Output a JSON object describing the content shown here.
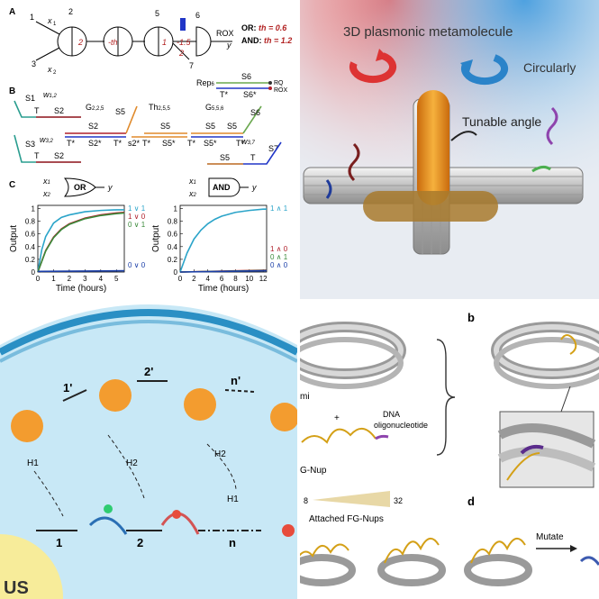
{
  "tl": {
    "labelA": "A",
    "labelB": "B",
    "labelC": "C",
    "nodes": {
      "n1": "1",
      "n2": "2",
      "n3": "3",
      "n5": "5",
      "n6": "6",
      "n7": "7"
    },
    "inputs": {
      "x1": "x",
      "x1s": "1",
      "x2": "x",
      "x2s": "2",
      "y": "y"
    },
    "gates": {
      "g1": "2",
      "g2": "-th",
      "g3": "1",
      "g3w": "2",
      "g4": "-1.5"
    },
    "rox": "ROX",
    "rules": {
      "or_pre": "OR: ",
      "or_val": "th = 0.6",
      "and_pre": "AND: ",
      "and_val": "th = 1.2"
    },
    "strands": {
      "s1": "S1",
      "w12": "w",
      "w12s": "1,2",
      "t": "T",
      "s2": "S2",
      "s3": "S3",
      "w32": "w",
      "w32s": "3,2",
      "g225": "G",
      "g225s": "2,2,5",
      "th255": "Th",
      "th255s": "2,5,5",
      "g558": "G",
      "g558s": "5,5,6",
      "rep6": "Rep",
      "rep6s": "6",
      "s6": "S6",
      "rq": "RQ",
      "rox": "ROX",
      "s5": "S5",
      "s7": "S7",
      "w37": "w",
      "w37s": "3,7",
      "s2star": "S2*",
      "tstar": "T*",
      "s2pstar": "s2*",
      "s5star": "S5*",
      "s6star": "S6*"
    },
    "gatesC": {
      "or": "OR",
      "and": "AND"
    },
    "chart_or": {
      "xlabel": "Time (hours)",
      "ylabel": "Output",
      "yticks": [
        "0",
        "0.2",
        "0.4",
        "0.6",
        "0.8",
        "1"
      ],
      "xticks": [
        "0",
        "1",
        "2",
        "3",
        "4",
        "5"
      ],
      "legend": [
        "1 ∨ 1",
        "1 ∨ 0",
        "0 ∨ 1",
        "0 ∨ 0"
      ]
    },
    "chart_and": {
      "xlabel": "Time (hours)",
      "ylabel": "Output",
      "yticks": [
        "0",
        "0.2",
        "0.4",
        "0.6",
        "0.8",
        "1"
      ],
      "xticks": [
        "0",
        "2",
        "4",
        "6",
        "8",
        "10",
        "12"
      ],
      "legend": [
        "1 ∧ 1",
        "1 ∧ 0",
        "0 ∧ 1",
        "0 ∧ 0"
      ]
    }
  },
  "tr": {
    "title": "3D plasmonic metamolecule",
    "circ": "Circularly",
    "angle": "Tunable angle"
  },
  "bl": {
    "steps": {
      "s1p": "1'",
      "s2p": "2'",
      "snp": "n'",
      "s1": "1",
      "s2": "2",
      "sn": "n"
    },
    "h1a": "H1",
    "h2a": "H2",
    "h2b": "H2",
    "h1b": "H1",
    "nuc": "US"
  },
  "br": {
    "b": "b",
    "d": "d",
    "mi": "mi",
    "plus": "+",
    "dna1": "DNA",
    "dna2": "oligonucleotide",
    "gnup": "G-Nup",
    "n8": "8",
    "n32": "32",
    "attached": "Attached FG-Nups",
    "mutate": "Mutate"
  },
  "chart_data": [
    {
      "type": "line",
      "xlabel": "Time (hours)",
      "ylabel": "Output",
      "xlim": [
        0,
        5.5
      ],
      "ylim": [
        0,
        1.05
      ],
      "series": [
        {
          "name": "1 ∨ 1",
          "color": "#2ba4c9",
          "x": [
            0,
            0.25,
            0.5,
            1,
            1.5,
            2,
            3,
            4,
            5,
            5.5
          ],
          "y": [
            0,
            0.35,
            0.56,
            0.77,
            0.86,
            0.9,
            0.95,
            0.97,
            0.98,
            0.98
          ]
        },
        {
          "name": "1 ∨ 0",
          "color": "#b0202b",
          "x": [
            0,
            0.5,
            1,
            1.5,
            2,
            3,
            4,
            5,
            5.5
          ],
          "y": [
            0,
            0.34,
            0.55,
            0.68,
            0.76,
            0.85,
            0.9,
            0.93,
            0.94
          ]
        },
        {
          "name": "0 ∨ 1",
          "color": "#3a8a3a",
          "x": [
            0,
            0.5,
            1,
            1.5,
            2,
            3,
            4,
            5,
            5.5
          ],
          "y": [
            0,
            0.33,
            0.54,
            0.67,
            0.75,
            0.84,
            0.89,
            0.92,
            0.93
          ]
        },
        {
          "name": "0 ∨ 0",
          "color": "#1a3ea8",
          "x": [
            0,
            5.5
          ],
          "y": [
            0.01,
            0.02
          ]
        }
      ]
    },
    {
      "type": "line",
      "xlabel": "Time (hours)",
      "ylabel": "Output",
      "xlim": [
        0,
        12.5
      ],
      "ylim": [
        0,
        1.05
      ],
      "series": [
        {
          "name": "1 ∧ 1",
          "color": "#2ba4c9",
          "x": [
            0,
            1,
            2,
            3,
            4,
            5,
            6,
            8,
            10,
            12,
            12.5
          ],
          "y": [
            0,
            0.3,
            0.52,
            0.66,
            0.76,
            0.83,
            0.88,
            0.94,
            0.97,
            0.99,
            0.99
          ]
        },
        {
          "name": "1 ∧ 0",
          "color": "#b0202b",
          "x": [
            0,
            12.5
          ],
          "y": [
            0,
            0.03
          ]
        },
        {
          "name": "0 ∧ 1",
          "color": "#3a8a3a",
          "x": [
            0,
            12.5
          ],
          "y": [
            0,
            0.025
          ]
        },
        {
          "name": "0 ∧ 0",
          "color": "#1a3ea8",
          "x": [
            0,
            12.5
          ],
          "y": [
            0,
            0.02
          ]
        }
      ]
    }
  ]
}
